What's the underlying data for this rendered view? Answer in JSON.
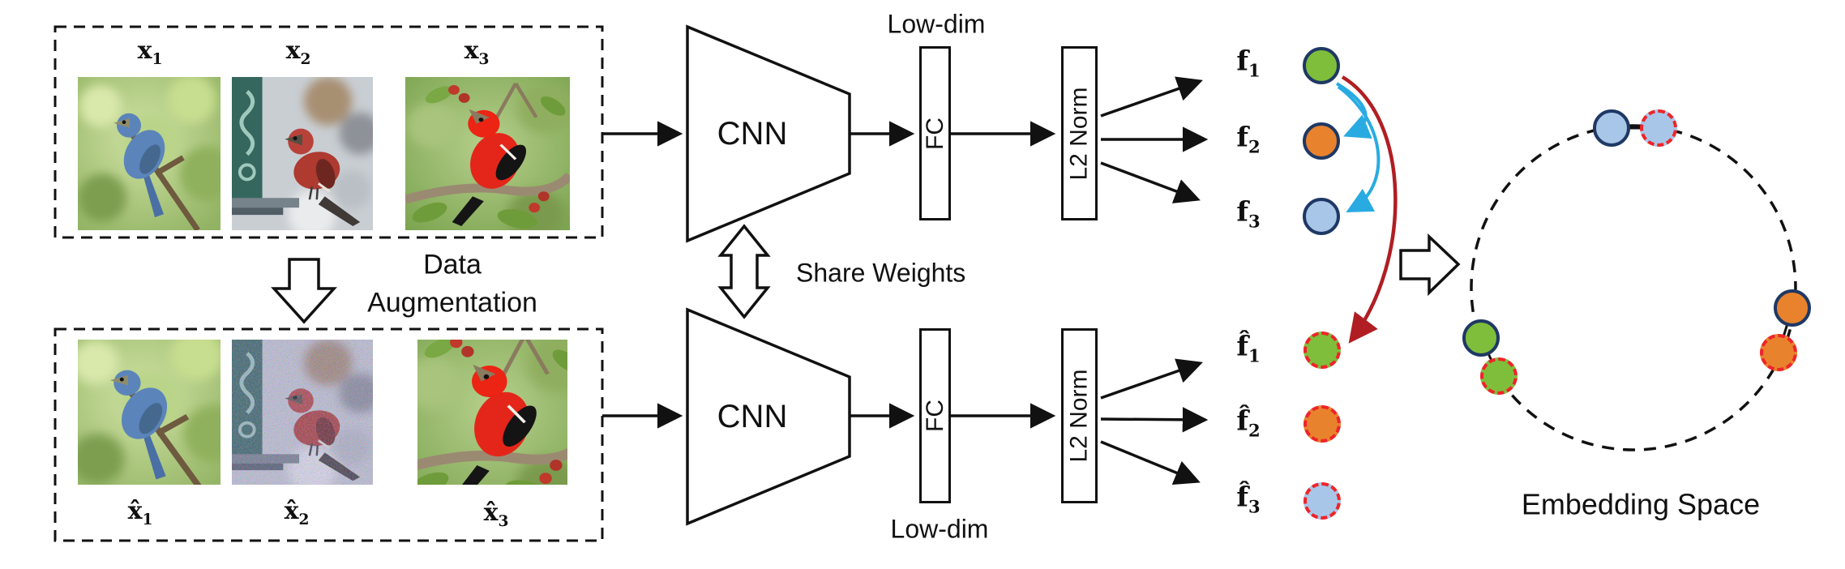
{
  "colors": {
    "navy_border": "#1F3864",
    "green": "#7FBE3B",
    "orange": "#E8822D",
    "light_blue": "#A8C6E8",
    "dashed_red": "#EE2428",
    "arc_red": "#B01E23",
    "arc_cyan": "#29ABE2"
  },
  "input_box_top": {
    "labels": [
      {
        "base": "x",
        "sub": "1"
      },
      {
        "base": "x",
        "sub": "2"
      },
      {
        "base": "x",
        "sub": "3"
      }
    ],
    "images": [
      "blue bunting on branch",
      "red grosbeak at feeder",
      "scarlet tanager on branch"
    ]
  },
  "input_box_bottom": {
    "labels": [
      {
        "base": "x̂",
        "sub": "1"
      },
      {
        "base": "x̂",
        "sub": "2"
      },
      {
        "base": "x̂",
        "sub": "3"
      }
    ],
    "images": [
      "augmented blue bunting",
      "augmented red grosbeak with color jitter",
      "augmented scarlet tanager zoom crop"
    ]
  },
  "augmentation": {
    "line1": "Data",
    "line2": "Augmentation"
  },
  "share_weights": "Share Weights",
  "pipeline_top": {
    "cnn": "CNN",
    "fc": "FC",
    "low_dim": "Low-dim",
    "l2_norm": "L2 Norm"
  },
  "pipeline_bottom": {
    "cnn": "CNN",
    "fc": "FC",
    "low_dim": "Low-dim",
    "l2_norm": "L2 Norm"
  },
  "features_top": [
    {
      "base": "f",
      "sub": "1"
    },
    {
      "base": "f",
      "sub": "2"
    },
    {
      "base": "f",
      "sub": "3"
    }
  ],
  "features_bottom": [
    {
      "base": "f̂",
      "sub": "1"
    },
    {
      "base": "f̂",
      "sub": "2"
    },
    {
      "base": "f̂",
      "sub": "3"
    }
  ],
  "embedding": {
    "label": "Embedding Space"
  }
}
